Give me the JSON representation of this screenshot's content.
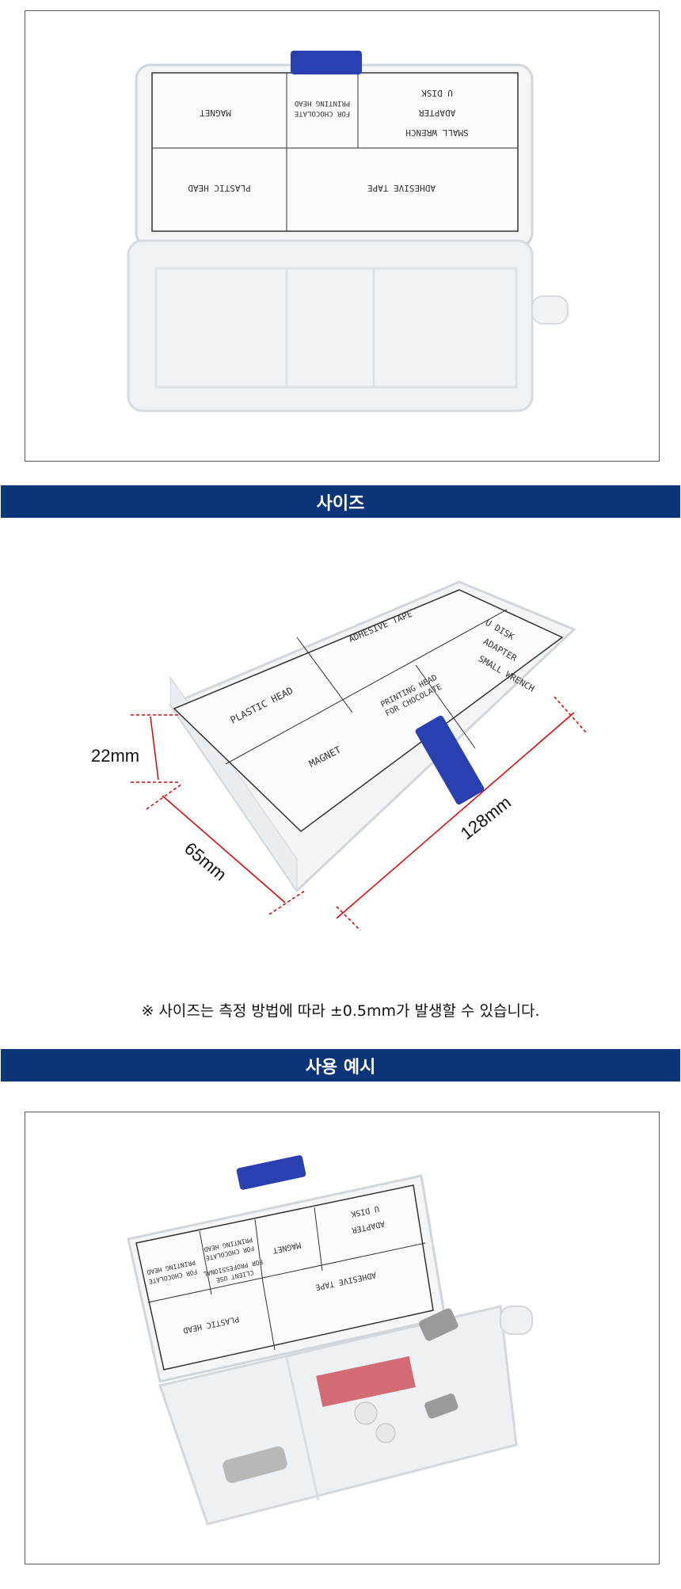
{
  "photo1": {
    "labels": [
      "MAGNET",
      "FOR CHOCOLATE",
      "PRINTING HEAD",
      "SMALL WRENCH",
      "ADAPTER",
      "U DISK",
      "PLASTIC HEAD",
      "ADHESIVE TAPE"
    ]
  },
  "size_section": {
    "banner": "사이즈",
    "box_labels": [
      "ADHESIVE TAPE",
      "U DISK",
      "ADAPTER",
      "SMALL WRENCH",
      "PLASTIC HEAD",
      "PRINTING HEAD",
      "FOR CHOCOLATE",
      "MAGNET"
    ],
    "dimensions": {
      "height": "22mm",
      "width": "65mm",
      "length": "128mm"
    },
    "note": "※ 사이즈는 측정 방법에 따라 ±0.5mm가 발생할 수 있습니다."
  },
  "usage_section": {
    "banner": "사용 예시",
    "labels": [
      "ADAPTER",
      "U DISK",
      "MAGNET",
      "CLIENT USE",
      "FOR PROFESSIONAL",
      "FOR CHOCOLATE",
      "PRINTING HEAD",
      "FOR CHOCOLATE",
      "PRINTING HEAD",
      "ADHESIVE TAPE",
      "PLASTIC HEAD"
    ]
  },
  "colors": {
    "banner": "#0b3479",
    "latch": "#2a3fb0",
    "dimension_line": "#e00000"
  }
}
